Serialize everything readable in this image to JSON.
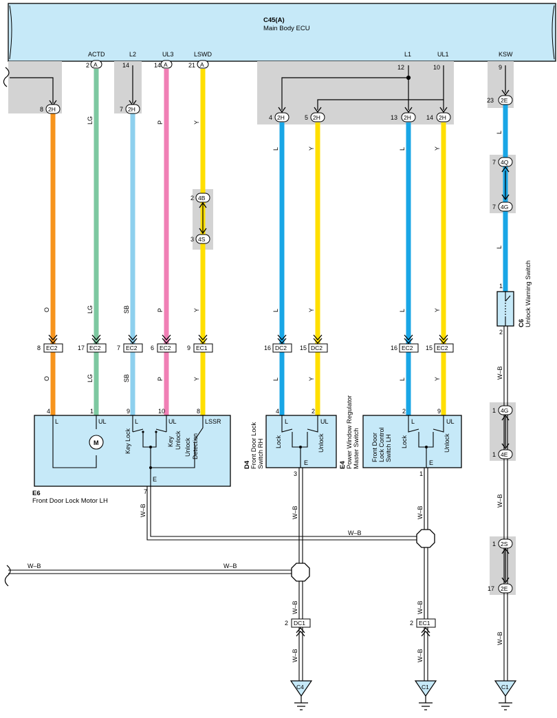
{
  "ecu": {
    "ref": "C45(A)",
    "name": "Main Body ECU",
    "terminals": [
      "ACTD",
      "L2",
      "UL3",
      "LSWD",
      "L1",
      "UL1",
      "KSW"
    ]
  },
  "colors": {
    "O": "#f7941d",
    "LG": "#7dc8a0",
    "SB": "#8ed0ee",
    "P": "#f07fb5",
    "Y": "#ffdf00",
    "L": "#19a6e6",
    "WB": "#ffffff",
    "ecu_fill": "#c6e9f8",
    "shade": "#d3d3d3"
  },
  "connector_labels": {
    "a": "A",
    "h2": "2H",
    "b4": "4B",
    "s4": "4S",
    "e2": "2E",
    "q4": "4Q",
    "g4": "4G",
    "ec2": "EC2",
    "ec1": "EC1",
    "dc2": "DC2",
    "e4": "4E",
    "s2": "2S",
    "dc1": "DC1"
  },
  "pins": {
    "ecu": [
      "2",
      "14",
      "14",
      "21",
      "12",
      "10",
      "9"
    ],
    "h2": [
      "8",
      "7",
      "4",
      "5",
      "13",
      "14"
    ],
    "e2_top": "23",
    "q4": "7",
    "g4_top": "7",
    "b4": "2",
    "s4": "3",
    "inline": [
      "8",
      "17",
      "7",
      "6",
      "9",
      "16",
      "15",
      "16",
      "15"
    ],
    "comp_top": [
      "4",
      "1",
      "9",
      "10",
      "8",
      "4",
      "2",
      "2",
      "9"
    ],
    "e6_e": "7",
    "d4_e": "3",
    "e4_e": "1",
    "c6": [
      "1",
      "2"
    ],
    "g4_bot": "1",
    "e4_bot": "1",
    "s2": "1",
    "e2_bot": "17",
    "dc1": "2",
    "ec1_bot": "2"
  },
  "wire_labels": {
    "O": "O",
    "LG": "LG",
    "SB": "SB",
    "P": "P",
    "Y": "Y",
    "L": "L",
    "WB": "W–B"
  },
  "components": {
    "e6": {
      "ref": "E6",
      "name": "Front Door Lock Motor LH",
      "terms": [
        "L",
        "UL",
        "L",
        "UL",
        "LSSR",
        "E"
      ],
      "motor": "M",
      "labels": [
        "Key Lock",
        "Key",
        "Unlock",
        "Unlock",
        "Detection"
      ]
    },
    "d4": {
      "ref": "D4",
      "name_lines": [
        "Front Door Lock",
        "Switch RH"
      ],
      "terms": [
        "L",
        "UL",
        "E"
      ],
      "labels": [
        "Lock",
        "Unlock"
      ]
    },
    "e4": {
      "ref": "E4",
      "name_lines": [
        "Power Window Regulator",
        "Master Switch"
      ],
      "terms": [
        "L",
        "UL",
        "E"
      ],
      "labels": [
        "Front Door",
        "Lock Control",
        "Switch LH",
        "Lock",
        "Unlock"
      ]
    },
    "c6": {
      "ref": "C6",
      "name": "Unlock Warning Switch"
    }
  },
  "grounds": [
    "C4",
    "C1",
    "C1"
  ]
}
